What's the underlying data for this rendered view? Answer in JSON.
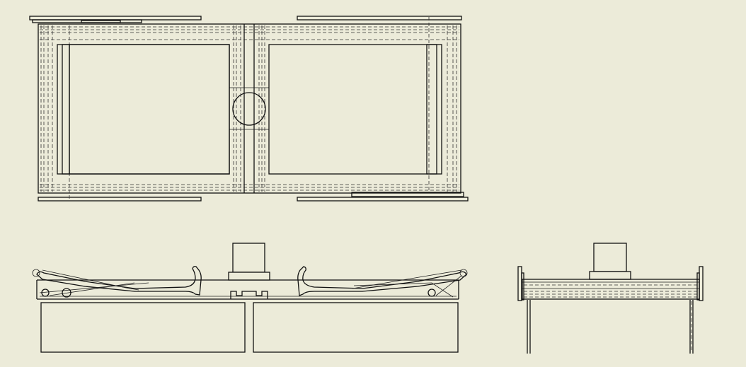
{
  "drawing": {
    "background_color": "#ECEBD9",
    "line_color": "#111111",
    "views": [
      "top-view",
      "front-view",
      "side-view"
    ]
  }
}
